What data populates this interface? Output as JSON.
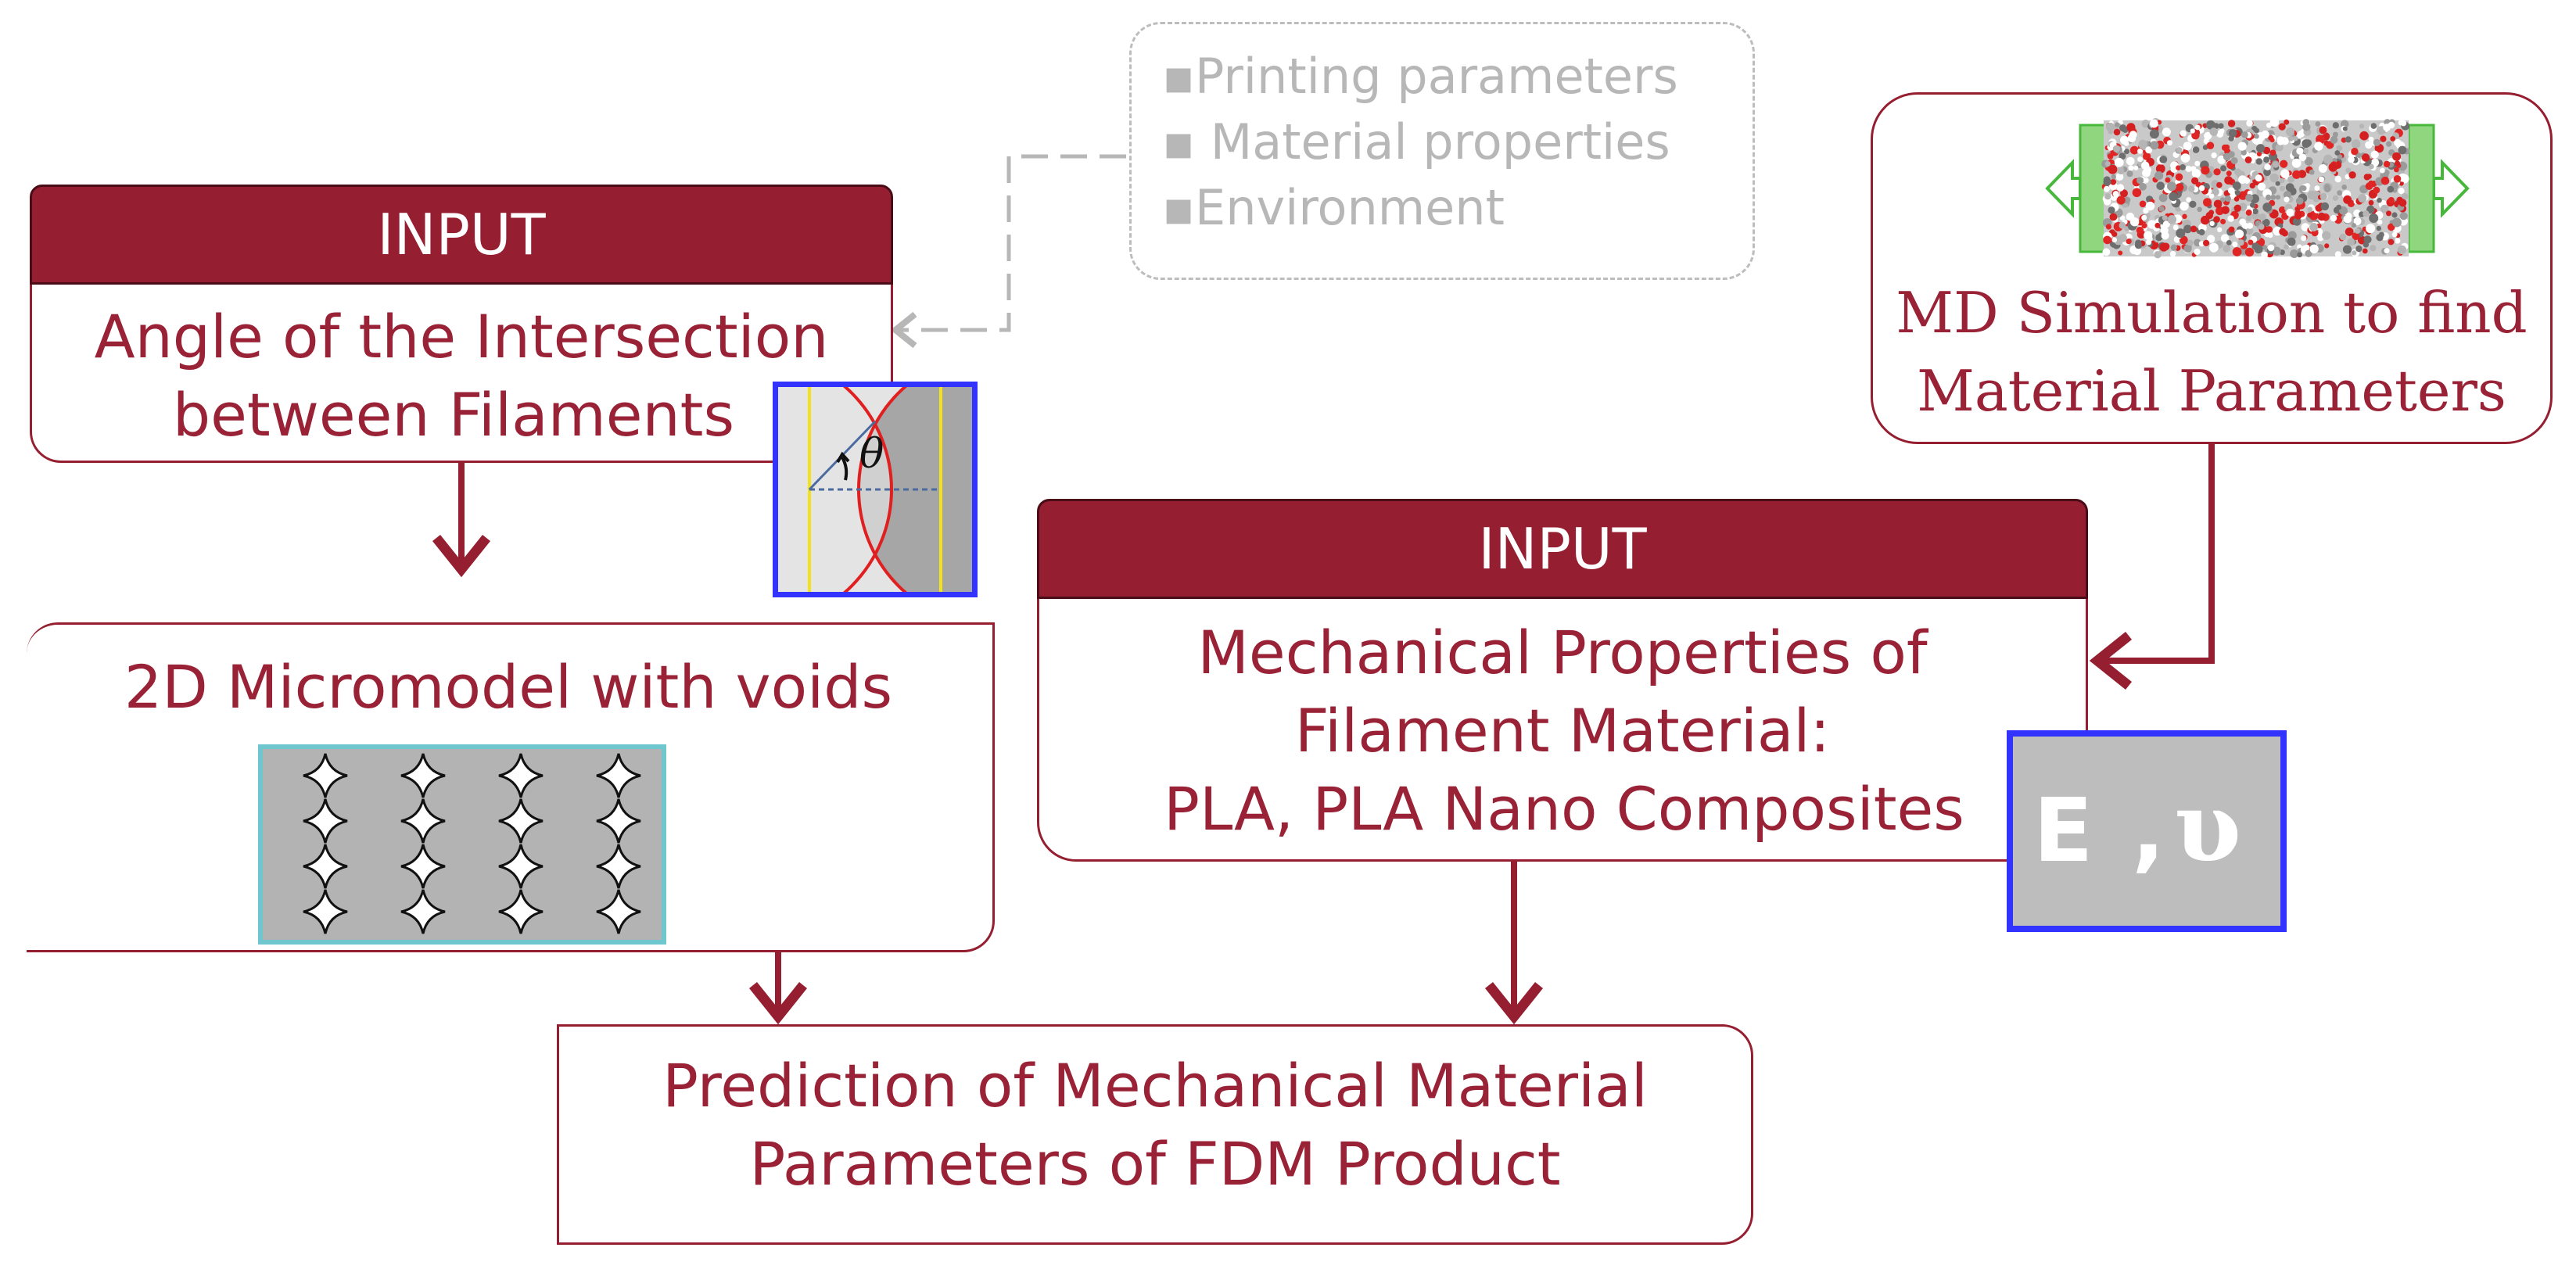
{
  "inputs_note": {
    "items": [
      "▪Printing parameters",
      "▪ Material properties",
      "▪Environment"
    ]
  },
  "input_angle": {
    "header": "INPUT",
    "line1": "Angle of the Intersection",
    "line2": "between Filaments",
    "theta_symbol": "θ"
  },
  "micromodel": {
    "title": "2D Micromodel with voids"
  },
  "md_simulation": {
    "line1": "MD Simulation to find",
    "line2": "Material Parameters"
  },
  "input_mechanical": {
    "header": "INPUT",
    "line1": "Mechanical Properties of",
    "line2": "Filament Material:",
    "line3": "PLA, PLA Nano Composites",
    "symbol_E": "E",
    "symbol_comma": ",",
    "symbol_nu": "υ"
  },
  "prediction": {
    "line1": "Prediction of Mechanical Material",
    "line2": "Parameters of FDM Product"
  },
  "colors": {
    "accent": "#951e30",
    "text": "#9a2236",
    "highlight_border": "#3333ff",
    "note_gray": "#b7b7b7",
    "arrow_green": "#48b83c",
    "teal_border": "#6ec6cf"
  }
}
